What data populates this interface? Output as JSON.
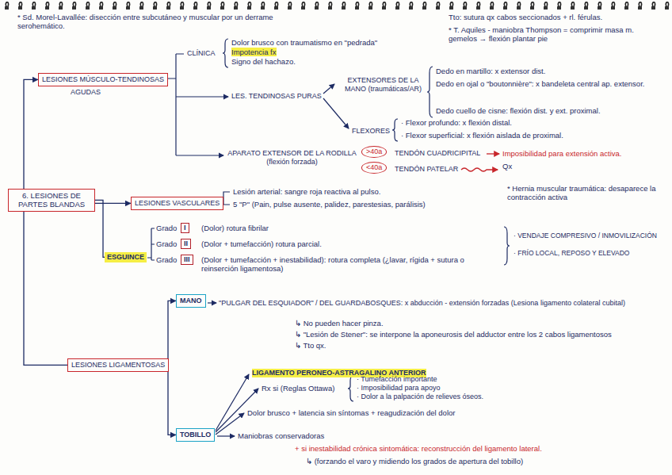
{
  "diagram": {
    "nodes": [
      {
        "text": [
          "6. LESIONES DE PARTES BLANDAS"
        ]
      },
      {
        "text": [
          "LESIONES MÚSCULO-TENDINOSAS",
          "AGUDAS"
        ]
      },
      {
        "text": [
          "LESIONES VASCULARES"
        ]
      },
      {
        "text": [
          "ESGUINCE"
        ]
      },
      {
        "text": [
          "LESIONES LIGAMENTOSAS"
        ]
      },
      {
        "text": [
          "MANO"
        ]
      },
      {
        "text": [
          "TOBILLO"
        ]
      },
      {
        "text": [
          "I"
        ]
      },
      {
        "text": [
          "II"
        ]
      },
      {
        "text": [
          "III"
        ]
      },
      {
        "text": [
          ">40a"
        ]
      },
      {
        "text": [
          "<40a"
        ]
      }
    ],
    "edges": [
      {
        "from": 0,
        "to": 1,
        "arrow": "to"
      },
      {
        "from": 0,
        "to": 2,
        "arrow": "to"
      },
      {
        "from": 0,
        "to": 3,
        "arrow": "none"
      },
      {
        "from": 0,
        "to": 4,
        "arrow": "none"
      },
      {
        "from": 4,
        "to": 5,
        "arrow": "to"
      },
      {
        "from": 4,
        "to": 6,
        "arrow": "to"
      }
    ],
    "labels": [
      "* Sd. Morel-Lavallée: disección entre subcutáneo y muscular por un derrame serohemático.",
      "CLÍNICA",
      "Dolor brusco con traumatismo en \"pedrada\"",
      "Impotencia fx",
      "Signo del hachazo.",
      "LES. TENDINOSAS PURAS",
      "EXTENSORES DE LA MANO (traumáticas/AR)",
      "Dedo en martillo: x extensor dist.",
      "Dedo en ojal o \"boutonnière\": x bandeleta central ap. extensor.",
      "Dedo cuello de cisne: flexión dist. y ext. proximal.",
      "FLEXORES",
      "· Flexor profundo: x flexión distal.",
      "· Flexor superficial: x flexión aislada de proximal.",
      "APARATO EXTENSOR DE LA RODILLA (flexión forzada)",
      "TENDÓN CUADRICIPITAL",
      "TENDÓN PATELAR",
      "Imposibilidad para extensión activa.",
      "Qx",
      "Tto: sutura qx cabos seccionados + rl. férulas.",
      "* T. Aquiles - maniobra Thompson = comprimir masa m. gemelos → flexión plantar pie",
      "* Hernia muscular traumática: desaparece la contracción activa",
      "Lesión arterial: sangre roja reactiva al pulso.",
      "5 \"P\" (Pain, pulse ausente, palidez, parestesias, parálisis)",
      "Grado",
      "(Dolor) rotura fibrilar",
      "Grado",
      "(Dolor + tumefacción) rotura parcial.",
      "Grado",
      "(Dolor + tumefacción + inestabilidad): rotura completa (¿lavar, rígida + sutura o reinserción ligamentosa)",
      "· VENDAJE COMPRESIVO / INMOVILIZACIÓN",
      "· FRÍO LOCAL, REPOSO Y ELEVADO",
      "\"PULGAR DEL ESQUIADOR\" / DEL GUARDABOSQUES: x abducción - extensión forzadas (Lesiona ligamento colateral cubital)",
      "↳ No pueden hacer pinza.",
      "↳ \"Lesión de Stener\": se interpone la aponeurosis del adductor entre los 2 cabos ligamentosos",
      "↳ Tto qx.",
      "LIGAMENTO PERONEO-ASTRAGALINO ANTERIOR",
      "Rx si (Reglas Ottawa)",
      "· Tumefacción importante",
      "· Imposibilidad para apoyo",
      "· Dolor a la palpación de relieves óseos.",
      "Dolor brusco + latencia sin síntomas + reagudización del dolor",
      "Maniobras conservadoras",
      "+ si inestabilidad crónica sintomática: reconstrucción del ligamento lateral.",
      "↳ (forzando el varo y midiendo los grados de apertura del tobillo)"
    ]
  }
}
